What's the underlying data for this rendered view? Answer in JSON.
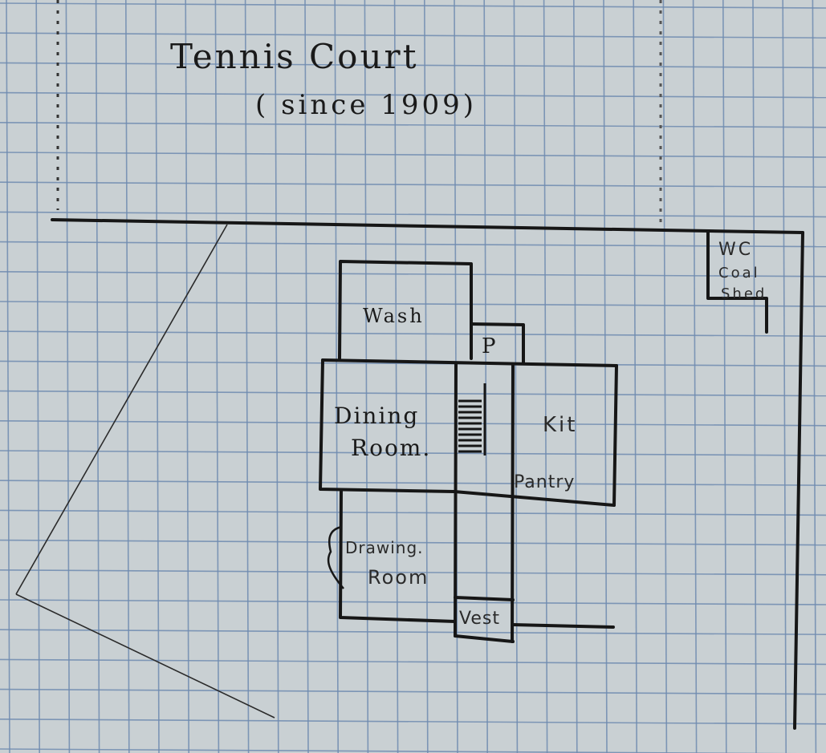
{
  "title": "Tennis Court",
  "subtitle": "( since 1909)",
  "rooms": {
    "wc": "WC",
    "coal_shed_line1": "Coal",
    "coal_shed_line2": "Shed",
    "wash": "Wash",
    "p": "P",
    "dining_line1": "Dining",
    "dining_line2": "Room.",
    "kit": "Kit",
    "pantry": "Pantry",
    "drawing_line1": "Drawing.",
    "drawing_line2": "Room",
    "vest": "Vest"
  },
  "colors": {
    "paper": "#c9d0d3",
    "grid": "#6f8bb0",
    "ink": "#161616"
  }
}
